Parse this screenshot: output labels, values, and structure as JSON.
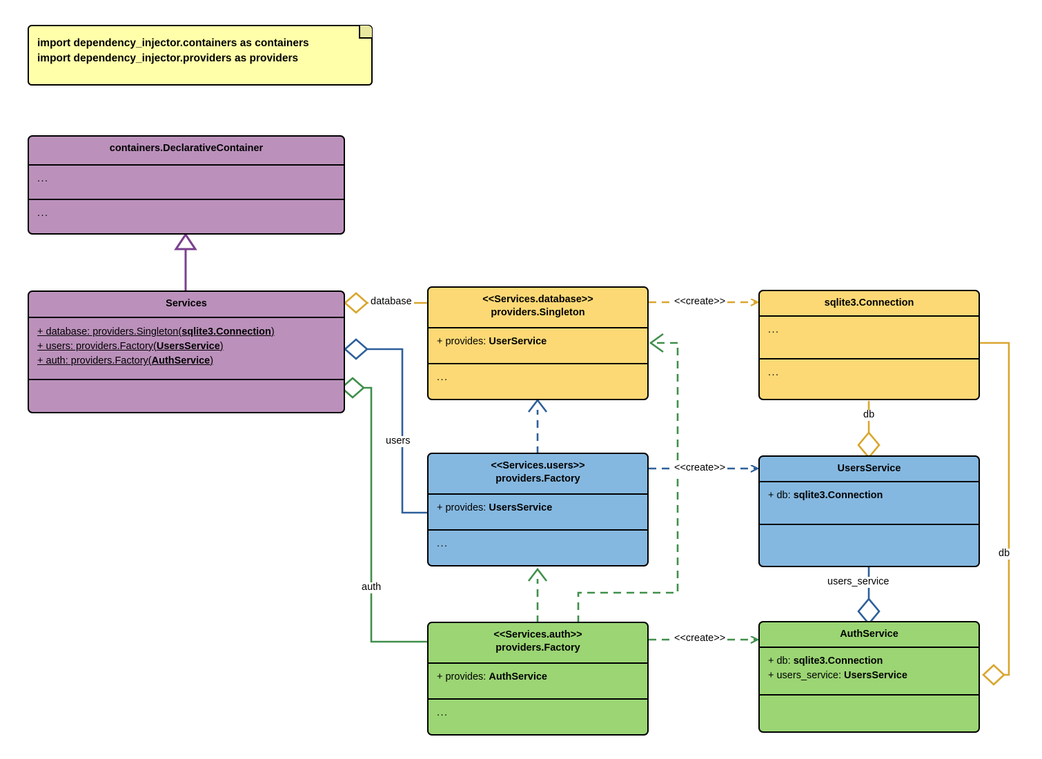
{
  "diagram": {
    "title": "dependency_injector Services container UML class diagram",
    "colors": {
      "note_fill": "#ffffaa",
      "container_fill": "#bb91bb",
      "database_fill": "#fcd975",
      "users_fill": "#85b8e0",
      "auth_fill": "#9bd574",
      "outline": "#000000",
      "edge_gold": "#d9a62e",
      "edge_blue": "#2d5f9a",
      "edge_green": "#3f8f4a",
      "edge_purple": "#7b3f8f"
    }
  },
  "note": {
    "text": "import dependency_injector.containers as containers\nimport dependency_injector.providers as providers"
  },
  "classes": {
    "declarative_container": {
      "name": "containers.DeclarativeContainer",
      "attributes": "...",
      "methods": "..."
    },
    "services": {
      "name": "Services",
      "attributes": [
        {
          "visibility": "+",
          "label": "database: providers.Singleton(",
          "type": "sqlite3.Connection",
          "suffix": ")"
        },
        {
          "visibility": "+",
          "label": "users: providers.Factory(",
          "type": "UsersService",
          "suffix": ")"
        },
        {
          "visibility": "+",
          "label": "auth: providers.Factory(",
          "type": "AuthService",
          "suffix": ")"
        }
      ],
      "methods": ""
    },
    "services_database": {
      "stereotype": "<<Services.database>>",
      "name": "providers.Singleton",
      "attribute_prefix": "+ provides: ",
      "attribute_type": "UserService",
      "methods": "..."
    },
    "sqlite3_connection": {
      "name": "sqlite3.Connection",
      "attributes": "...",
      "methods": "..."
    },
    "services_users": {
      "stereotype": "<<Services.users>>",
      "name": "providers.Factory",
      "attribute_prefix": "+ provides: ",
      "attribute_type": "UsersService",
      "methods": "..."
    },
    "users_service": {
      "name": "UsersService",
      "attributes": [
        {
          "prefix": "+ db: ",
          "type": "sqlite3.Connection"
        }
      ],
      "methods": ""
    },
    "services_auth": {
      "stereotype": "<<Services.auth>>",
      "name": "providers.Factory",
      "attribute_prefix": "+ provides: ",
      "attribute_type": "AuthService",
      "methods": "..."
    },
    "auth_service": {
      "name": "AuthService",
      "attributes": [
        {
          "prefix": "+ db: ",
          "type": "sqlite3.Connection"
        },
        {
          "prefix": "+ users_service: ",
          "type": "UsersService"
        }
      ],
      "methods": ""
    }
  },
  "edges": {
    "database_label": "database",
    "users_label": "users",
    "auth_label": "auth",
    "create_database": "<<create>>",
    "create_users": "<<create>>",
    "create_auth": "<<create>>",
    "db_users_label": "db",
    "db_auth_label": "db",
    "users_service_label": "users_service"
  }
}
